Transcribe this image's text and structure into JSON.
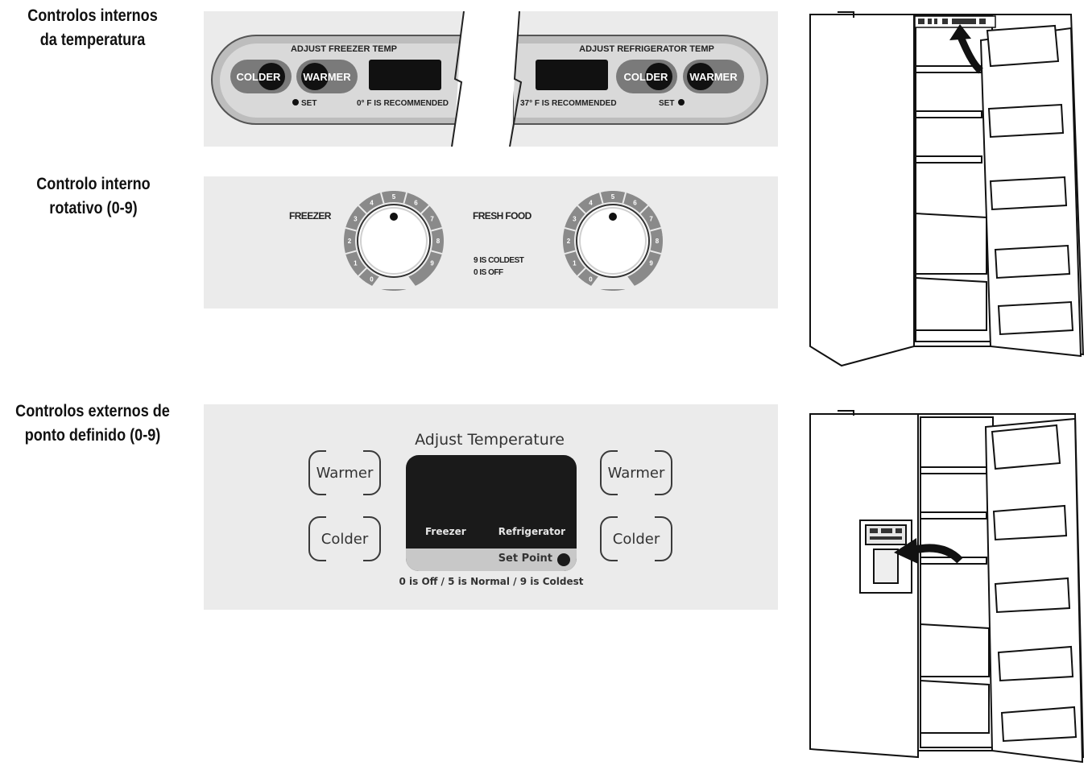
{
  "labels": {
    "internal_temp": [
      "Controlos internos",
      "da temperatura"
    ],
    "rotary": [
      "Controlo interno",
      "rotativo (0-9)"
    ],
    "external": [
      "Controlos externos de",
      "ponto definido (0-9)"
    ]
  },
  "panel1": {
    "freezer": {
      "title": "ADJUST FREEZER TEMP",
      "colder": "COLDER",
      "warmer": "WARMER",
      "set": "SET",
      "recommended": "0° F IS RECOMMENDED"
    },
    "refrigerator": {
      "title": "ADJUST REFRIGERATOR TEMP",
      "colder": "COLDER",
      "warmer": "WARMER",
      "set": "SET",
      "recommended": "37° F IS RECOMMENDED"
    }
  },
  "panel2": {
    "freezer_label": "FREEZER",
    "fresh_food_label": "FRESH FOOD",
    "note1": "9 IS COLDEST",
    "note2": "0 IS OFF",
    "dial_numbers": [
      "0",
      "1",
      "2",
      "3",
      "4",
      "5",
      "6",
      "7",
      "8",
      "9"
    ]
  },
  "panel3": {
    "title": "Adjust Temperature",
    "left": {
      "warmer": "Warmer",
      "colder": "Colder"
    },
    "right": {
      "warmer": "Warmer",
      "colder": "Colder"
    },
    "display": {
      "freezer": "Freezer",
      "refrigerator": "Refrigerator",
      "set_point": "Set Point"
    },
    "note": "0 is Off / 5 is Normal / 9 is Coldest"
  },
  "colors": {
    "panel_bg": "#ebebeb",
    "button_dark": "#1a1a1a",
    "display_bar": "#c8c8c8"
  }
}
